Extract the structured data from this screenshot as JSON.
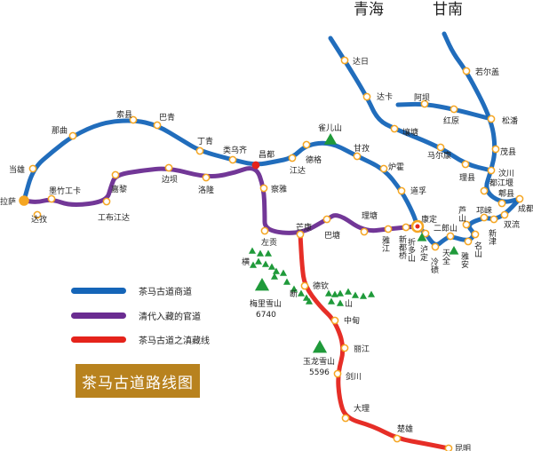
{
  "regions": [
    "青海",
    "甘南"
  ],
  "colors": {
    "trade_route": "#1565b8",
    "official_route": "#6a2c91",
    "yunnan_route": "#e5231b",
    "station": "#f5a623",
    "mountain": "#1f9a3a",
    "title_bg": "#b8821e"
  },
  "cities": [
    "拉萨",
    "达孜",
    "墨竹工卡",
    "工布江达",
    "嘉黎",
    "边坝",
    "洛隆",
    "当雄",
    "那曲",
    "索县",
    "巴青",
    "丁青",
    "类乌齐",
    "昌都",
    "江达",
    "德格",
    "甘孜",
    "炉霍",
    "道孚",
    "康定",
    "察雅",
    "左贡",
    "芒康",
    "巴塘",
    "理塘",
    "雅江",
    "新都桥",
    "泸定",
    "冷碛",
    "天全",
    "雅安",
    "名山",
    "芦山",
    "邛崃",
    "新津",
    "双流",
    "成都",
    "郫县",
    "都江堰",
    "汶川",
    "茂县",
    "松潘",
    "若尔盖",
    "阿坝",
    "红原",
    "理县",
    "马尔康",
    "壤塘",
    "达卡",
    "达日",
    "德钦",
    "中甸",
    "丽江",
    "剑川",
    "大理",
    "楚雄",
    "昆明"
  ],
  "passes": [
    "雀儿山",
    "折多山",
    "二郎山"
  ],
  "mountains": {
    "meili": {
      "name": "梅里雪山",
      "elevation": "6740"
    },
    "yulong": {
      "name": "玉龙雪山",
      "elevation": "5596"
    },
    "hengduan": [
      "横",
      "断",
      "山"
    ]
  },
  "legend": [
    {
      "label": "茶马古道商道"
    },
    {
      "label": "清代入藏的官道"
    },
    {
      "label": "茶马古道之滇藏线"
    }
  ],
  "title": "茶马古道路线图"
}
